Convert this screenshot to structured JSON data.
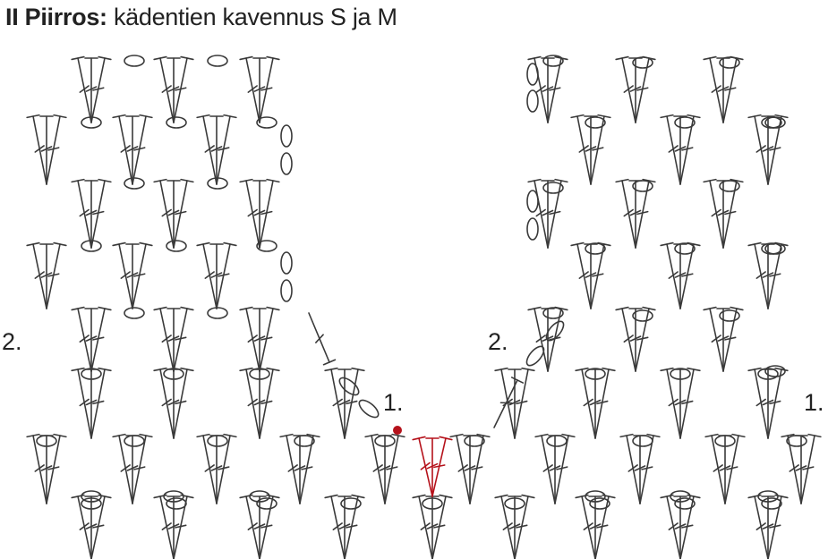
{
  "title": {
    "bold": "II Piirros:",
    "rest": "kädentien kavennus S ja M"
  },
  "labels": {
    "left_row2": "2.",
    "center_row1": "1.",
    "right_row2": "2.",
    "right_row1": "1."
  },
  "colors": {
    "ink": "#3a3a3a",
    "accent": "#b5121b"
  }
}
